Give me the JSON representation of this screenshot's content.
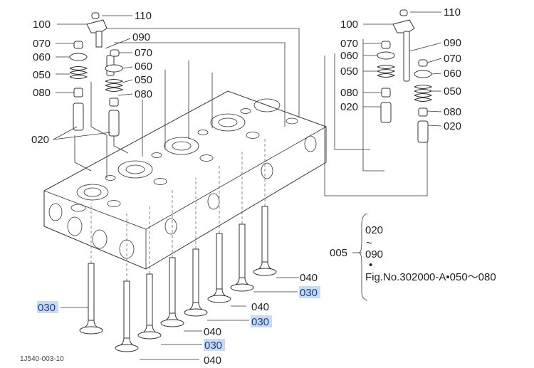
{
  "labels": {
    "p110": "110",
    "p100": "100",
    "p070": "070",
    "p060": "060",
    "p050": "050",
    "p080": "080",
    "p020": "020",
    "p090": "090",
    "p030": "030",
    "p040": "040",
    "p005": "005"
  },
  "note": {
    "line1": "020",
    "tilde": "~",
    "line2": "090",
    "dot": "•",
    "fig": "Fig.No.302000-A•050〜080"
  },
  "figure_ref": "1J540-003-10",
  "colors": {
    "highlight_bg": "#c9daf5",
    "highlight_text": "#1a3f8f",
    "line": "#333333"
  }
}
